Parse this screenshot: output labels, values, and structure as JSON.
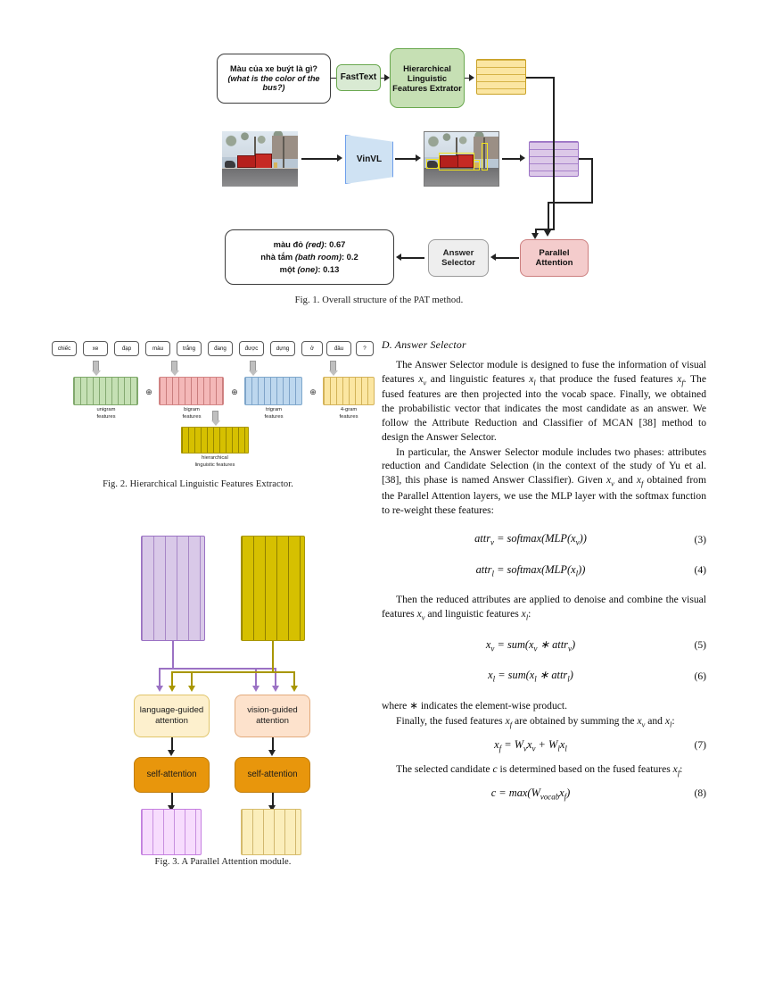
{
  "figure1": {
    "question_vi": "Màu của xe buýt là gì?",
    "question_en": "(what is the color of the bus?)",
    "fasttext": "FastText",
    "hlfe": "Hierarchical Linguistic Features Extrator",
    "vinvl": "VinVL",
    "parallel_attention": "Parallel Attention",
    "answer_selector": "Answer Selector",
    "answers": [
      {
        "vi": "màu đỏ ",
        "en": "(red)",
        "score": ": 0.67"
      },
      {
        "vi": "nhà tắm ",
        "en": "(bath room)",
        "score": ": 0.2"
      },
      {
        "vi": "một ",
        "en": "(one)",
        "score": ": 0.13"
      }
    ],
    "caption": "Fig. 1.   Overall structure of the PAT method.",
    "linguistic_features_block": "linguistic-features",
    "visual_features_block": "visual-features"
  },
  "figure2": {
    "tokens": [
      "chiếc",
      "xe",
      "đạp",
      "màu",
      "trắng",
      "đang",
      "được",
      "dựng",
      "ở",
      "đâu",
      "?"
    ],
    "ngrams": [
      {
        "label_line1": "unigram",
        "label_line2": "features",
        "color": "#c5e0b4"
      },
      {
        "label_line1": "bigram",
        "label_line2": "features",
        "color": "#f4b8b8"
      },
      {
        "label_line1": "trigram",
        "label_line2": "features",
        "color": "#bdd7ee"
      },
      {
        "label_line1": "4-gram",
        "label_line2": "features",
        "color": "#fbe6a2"
      }
    ],
    "operator": "⊕",
    "output_line1": "hierarchical",
    "output_line2": "linguistic features",
    "output_color": "#d6c000",
    "caption": "Fig. 2.   Hierarchical Linguistic Features Extractor."
  },
  "figure3": {
    "input_visual": "visual-features-input",
    "input_linguistic": "linguistic-features-input",
    "language_guided": "language-guided attention",
    "vision_guided": "vision-guided attention",
    "self_attention_left": "self-attention",
    "self_attention_right": "self-attention",
    "caption": "Fig. 3.   A Parallel Attention module.",
    "colors": {
      "purple": "#d9c9e8",
      "gold": "#d6c000",
      "language_guided": "#fdf0cd",
      "vision_guided": "#fde2cc",
      "self_attention": "#e8960c",
      "output_pink": "#f7dcfd",
      "output_cream": "#fbeebb"
    }
  },
  "right_column": {
    "section_heading": "D. Answer Selector",
    "paragraph1_part1": "The Answer Selector module is designed to fuse the information of visual features ",
    "paragraph1_part2": " and linguistic features ",
    "paragraph1_part3": " that produce the fused features ",
    "paragraph1_part4": ". The fused features are then projected into the vocab space. Finally, we obtained the probabilistic vector that indicates the most candidate as an answer. We follow the Attribute Reduction and Classifier of MCAN [38] method to design the Answer Selector.",
    "paragraph2_part1": "In particular, the Answer Selector module includes two phases: attributes reduction and Candidate Selection (in the context of the study of Yu et al. [38], this phase is named Answer Classifier). Given ",
    "paragraph2_part2": " and ",
    "paragraph2_part3": " obtained from the Parallel Attention layers, we use the MLP layer with the softmax function to re-weight these features:",
    "paragraph3_part1": "Then the reduced attributes are applied to denoise and combine the visual features ",
    "paragraph3_part2": " and linguistic features ",
    "paragraph3_part3": ":",
    "paragraph4": "where ∗ indicates the element-wise product.",
    "paragraph5_part1": "Finally, the fused features ",
    "paragraph5_part2": " are obtained by summing the ",
    "paragraph5_part3": " and ",
    "paragraph5_part4": ":",
    "paragraph6_part1": "The selected candidate ",
    "paragraph6_part2": " is determined based on the fused features ",
    "paragraph6_part3": ":",
    "equations": [
      {
        "num": "(3)",
        "text": "attr_v = softmax(MLP(x_v))"
      },
      {
        "num": "(4)",
        "text": "attr_l = softmax(MLP(x_l))"
      },
      {
        "num": "(5)",
        "text": "x_v = sum(x_v * attr_v)"
      },
      {
        "num": "(6)",
        "text": "x_l = sum(x_l * attr_l)"
      },
      {
        "num": "(7)",
        "text": "x_f = W_v x_v + W_l x_l"
      },
      {
        "num": "(8)",
        "text": "c = max(W_vocab x_f)"
      }
    ]
  }
}
